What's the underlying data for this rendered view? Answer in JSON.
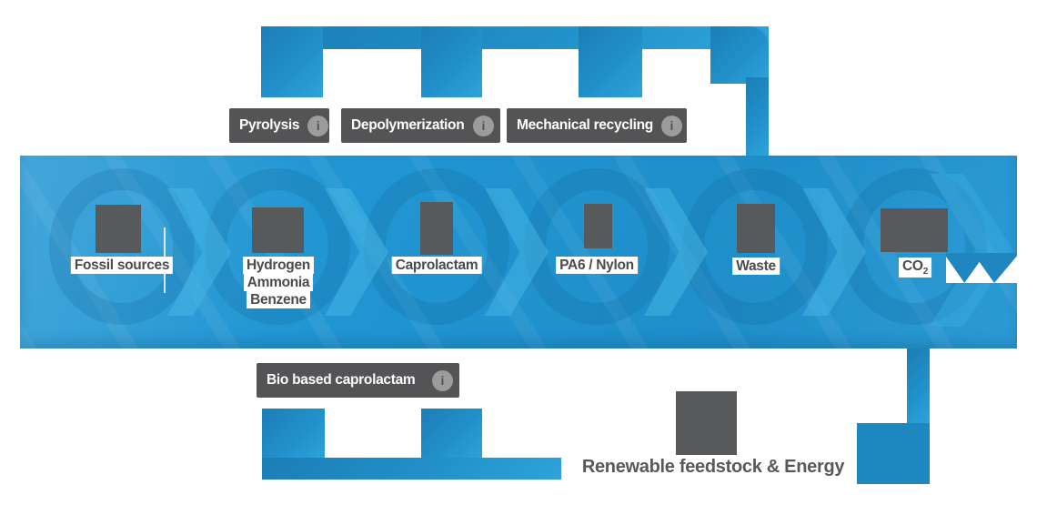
{
  "colors": {
    "pipe_blue": "#2088c3",
    "band_blue": "#2196d3",
    "band_light_blue": "#2ea3da",
    "band_dark_blue": "#1c7db5",
    "box_dark_gray": "#545457",
    "icon_gray": "#58595b",
    "label_text_gray": "#4a4b4d",
    "info_circle_gray": "#9c9c9c",
    "white": "#ffffff"
  },
  "icons": {
    "info_glyph": "i"
  },
  "top_processes": [
    {
      "label": "Pyrolysis"
    },
    {
      "label": "Depolymerization"
    },
    {
      "label": "Mechanical recycling"
    }
  ],
  "bottom_process": {
    "label": "Bio based caprolactam"
  },
  "stations": [
    {
      "label": "Fossil sources",
      "icon": "fossil-sources-icon"
    },
    {
      "lines": [
        "Hydrogen",
        "Ammonia",
        "Benzene"
      ],
      "icon": "chemicals-icon"
    },
    {
      "label": "Caprolactam",
      "icon": "caprolactam-icon"
    },
    {
      "label": "PA6 / Nylon",
      "icon": "pa6-nylon-icon"
    },
    {
      "label": "Waste",
      "icon": "waste-icon"
    },
    {
      "label": "CO",
      "subscript": "2",
      "icon": "co2-icon"
    }
  ],
  "footer": {
    "label": "Renewable feedstock & Energy",
    "icon": "renewable-feedstock-icon"
  }
}
